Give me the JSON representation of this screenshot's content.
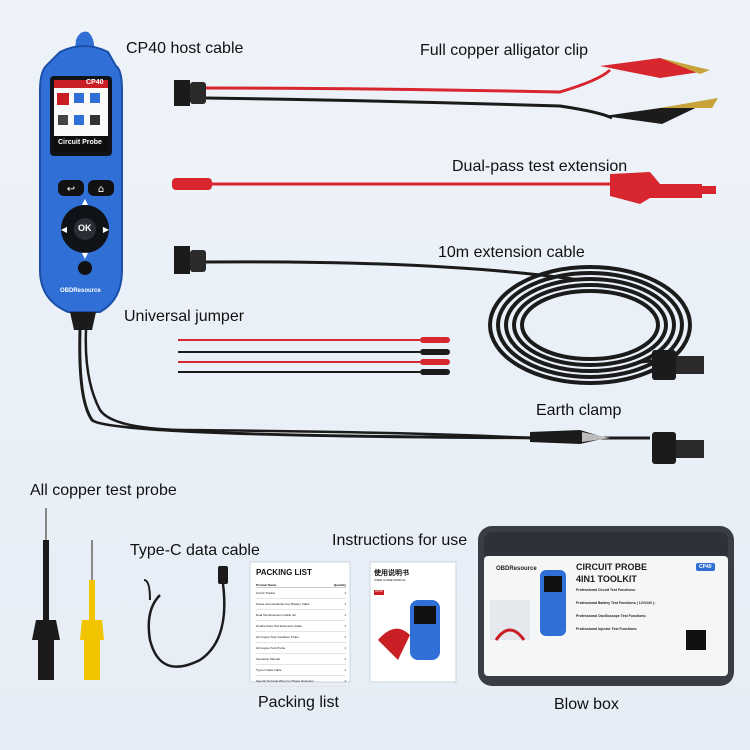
{
  "labels": {
    "host_cable": "CP40 host cable",
    "alligator_clip": "Full copper alligator clip",
    "dual_pass": "Dual-pass test extension",
    "extension_10m": "10m extension cable",
    "jumper": "Universal jumper",
    "earth_clamp": "Earth clamp",
    "test_probe": "All copper test probe",
    "typec": "Type-C data cable",
    "instructions": "Instructions for use",
    "packing_list": "Packing list",
    "blow_box": "Blow box"
  },
  "device": {
    "model": "CP40",
    "screen_title": "Circuit Probe",
    "ok": "OK",
    "brand": "OBDResource"
  },
  "packing_card": {
    "title": "PACKING LIST",
    "col_name": "Product Name",
    "col_qty": "Quantity",
    "rows": [
      {
        "name": "Circuit Tracker",
        "qty": "1"
      },
      {
        "name": "Power-Auto Extender Key Battery Cable",
        "qty": "1"
      },
      {
        "name": "Dual Test Extension Cable 4m",
        "qty": "1"
      },
      {
        "name": "Double Pass Test Extension Cable",
        "qty": "1"
      },
      {
        "name": "All Copper Test Insulation Probe",
        "qty": "1"
      },
      {
        "name": "All Copper Test Probe",
        "qty": "1"
      },
      {
        "name": "Operation Manual",
        "qty": "1"
      },
      {
        "name": "Type-C Data Cable",
        "qty": "1"
      },
      {
        "name": "Special Terminal Wires for Phase Detection",
        "qty": "1"
      }
    ]
  },
  "manual": {
    "title_cn": "使用说明书",
    "subtitle": "USER GUIDE MANUAL",
    "model": "CP40"
  },
  "box": {
    "brand": "OBDResource",
    "title1": "CIRCUIT PROBE",
    "title2": "4IN1 TOOLKIT",
    "model": "CP40",
    "sections": [
      "Professional Circuit Test Functions:",
      "Professional Battery Test Functions ( 12V/24V ):",
      "Professional Oscilloscope Test Functions:",
      "Professional Injector Test Functions:"
    ]
  },
  "colors": {
    "device_blue": "#2f6fd6",
    "red_wire": "#d7262d",
    "black_wire": "#1b1b1b",
    "probe_yellow": "#f2c400",
    "box_dark": "#3a3e44"
  }
}
